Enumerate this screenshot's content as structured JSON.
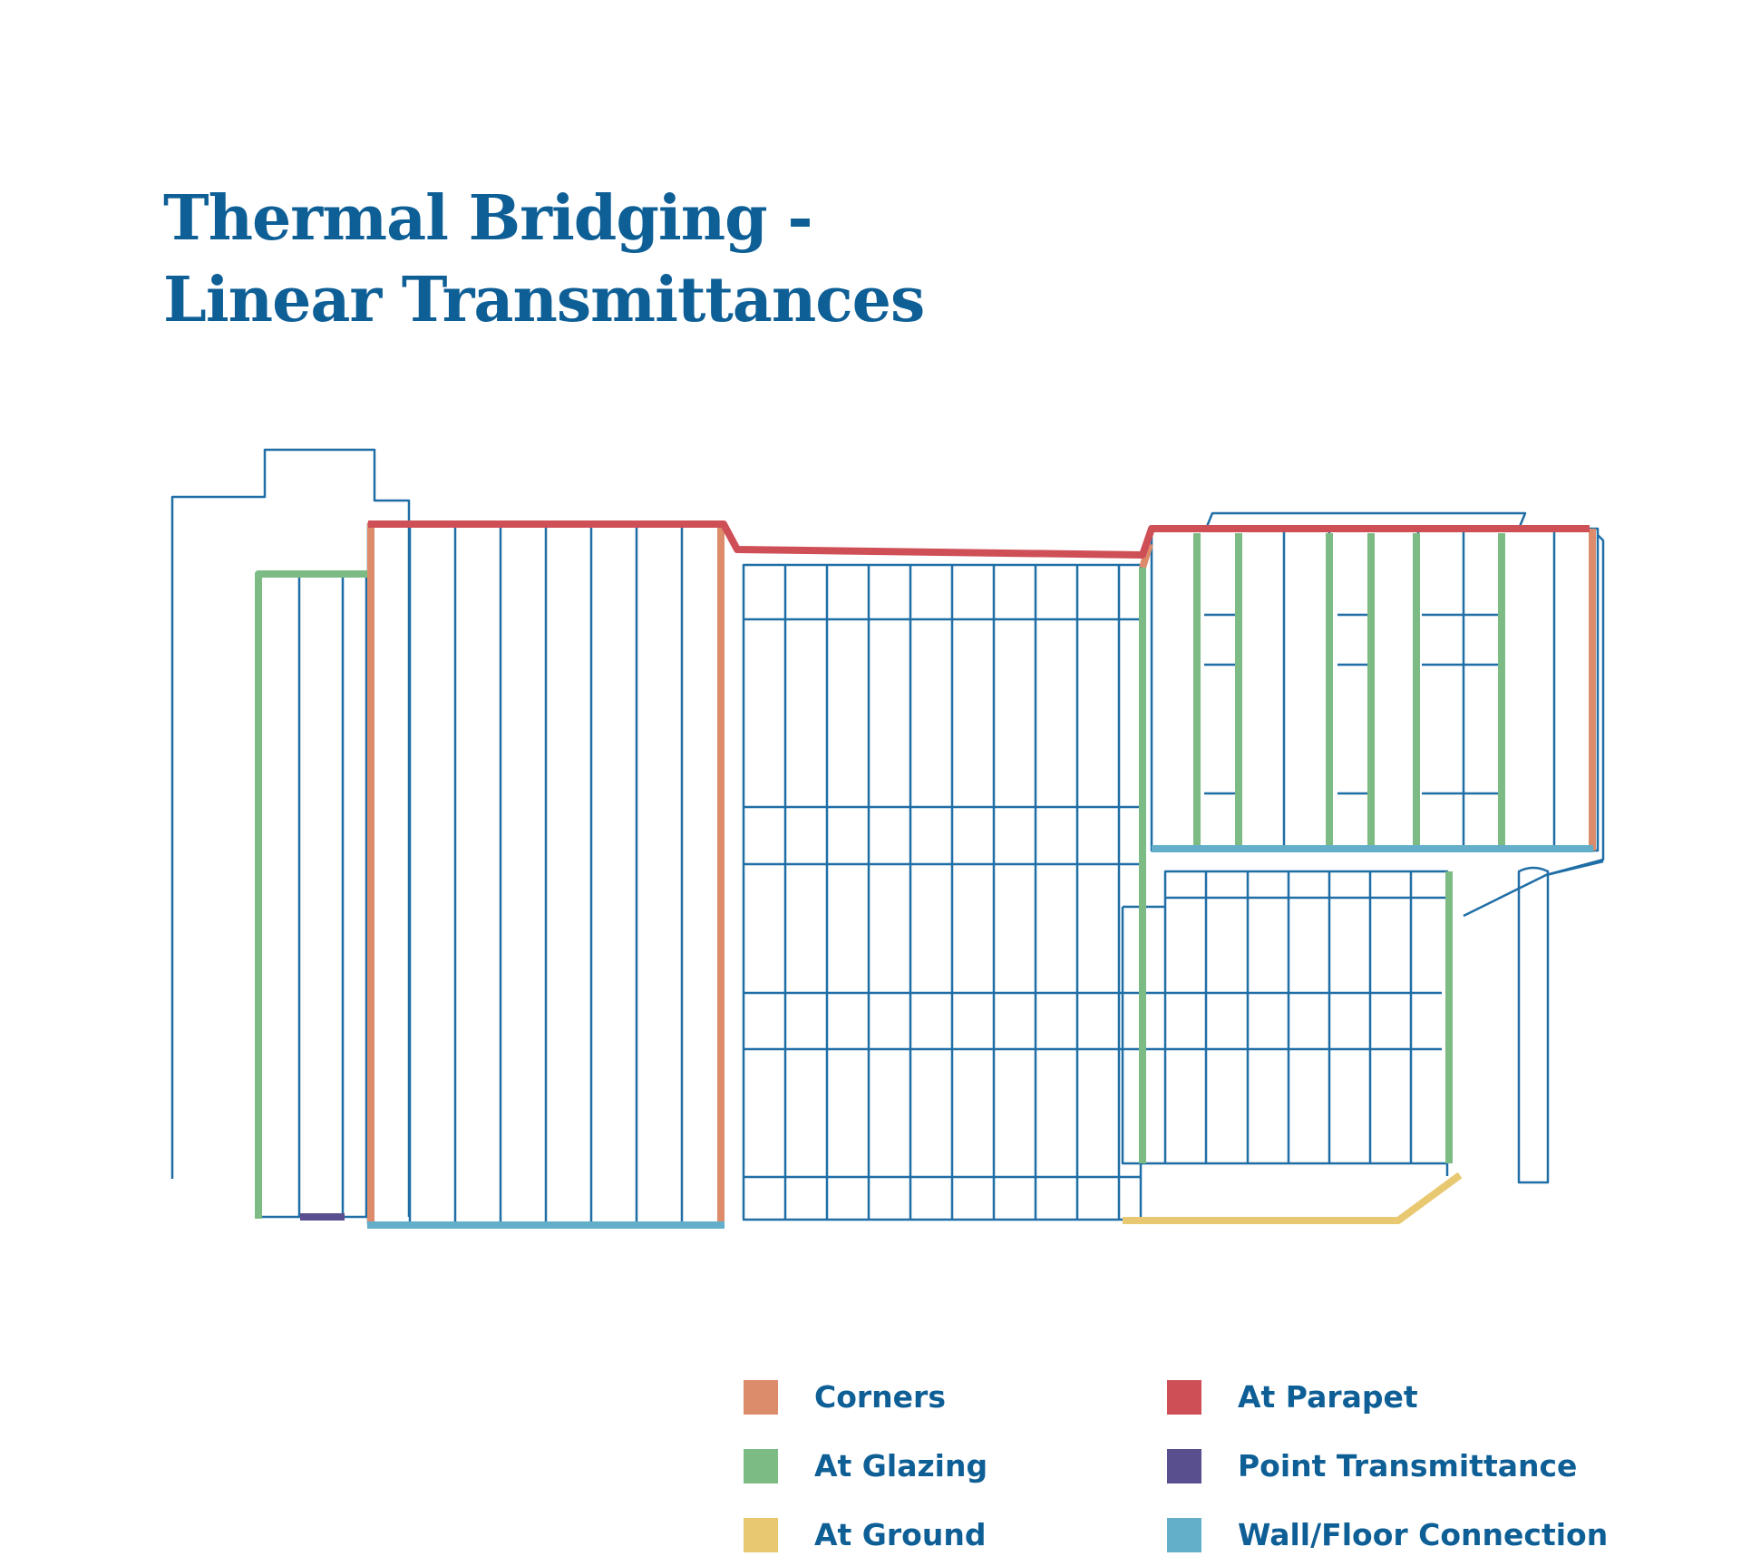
{
  "title": {
    "line1": "Thermal Bridging -",
    "line2": "Linear Transmittances"
  },
  "colors": {
    "outline": "#1f6ea6",
    "title": "#0e5f96",
    "corners": "#dd8c6b",
    "glazing": "#7dbb84",
    "ground": "#e8c870",
    "parapet": "#cf4f57",
    "point": "#5a4f8e",
    "wallfloor": "#63afc9"
  },
  "legend": [
    {
      "key": "corners",
      "label": "Corners",
      "color": "#dd8c6b"
    },
    {
      "key": "parapet",
      "label": "At Parapet",
      "color": "#cf4f57"
    },
    {
      "key": "glazing",
      "label": "At Glazing",
      "color": "#7dbb84"
    },
    {
      "key": "point",
      "label": "Point Transmittance",
      "color": "#5a4f8e"
    },
    {
      "key": "ground",
      "label": "At Ground",
      "color": "#e8c870"
    },
    {
      "key": "wallfloor",
      "label": "Wall/Floor Connection",
      "color": "#63afc9"
    }
  ]
}
